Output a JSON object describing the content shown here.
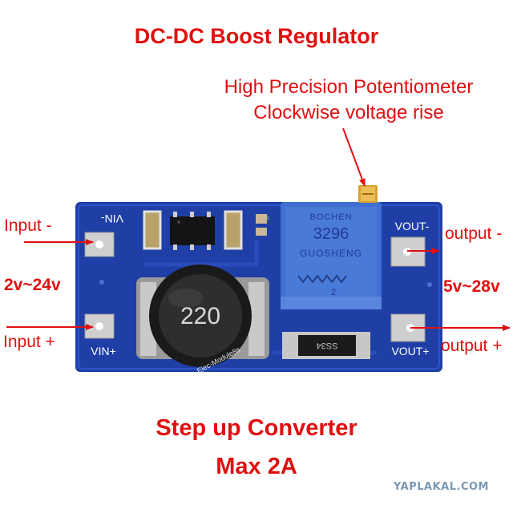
{
  "title": "DC-DC Boost Regulator",
  "callout": {
    "line1": "High Precision Potentiometer",
    "line2": "Clockwise voltage rise"
  },
  "left": {
    "input_minus": "Input -",
    "range": "2v~24v",
    "input_plus": "Input +"
  },
  "right": {
    "output_minus": "output -",
    "range": "5v~28v",
    "output_plus": "output +"
  },
  "board": {
    "vin_minus": "VIN-",
    "vin_plus": "VIN+",
    "vout_minus": "VOUT-",
    "vout_plus": "VOUT+",
    "inductor_code": "220",
    "pot_brand": "BOCHEN",
    "pot_model": "3296",
    "pot_maker": "GUOSHENG",
    "pot_value": "2",
    "diode_code": "SS34",
    "silk_mark": "Eiec-Module8s"
  },
  "bottom": {
    "line1": "Step up Converter",
    "line2": "Max  2A"
  },
  "watermark": "YAPLAKAL.COM",
  "colors": {
    "label_red": "#e01010",
    "pcb_blue": "#1f3fa6",
    "pot_blue": "#3f6fd2"
  }
}
